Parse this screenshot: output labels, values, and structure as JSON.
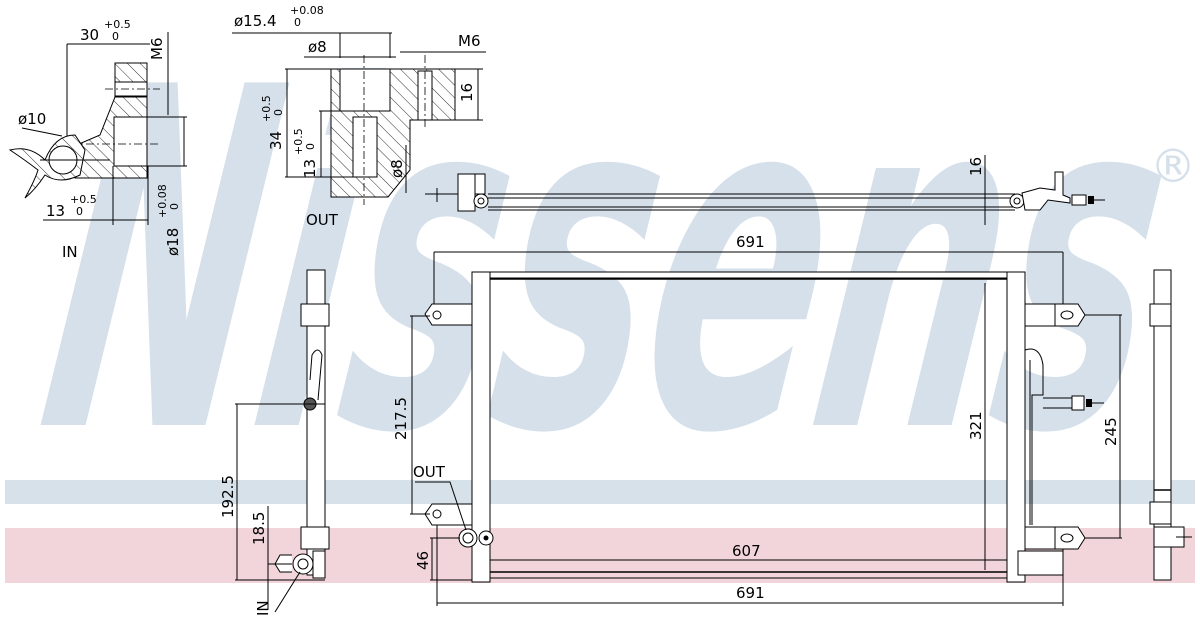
{
  "watermark": {
    "brand": "Nissens",
    "registered_mark": "®",
    "color": "#d5e0ea",
    "band_blue_color": "#d6e1ea",
    "band_red_color": "#f1d5da"
  },
  "detail_in": {
    "label": "IN",
    "dim_width": "30",
    "dim_width_tol_upper": "+0.5",
    "dim_width_tol_lower": "0",
    "thread": "M6",
    "dia_pipe": "ø10",
    "dim_depth": "13",
    "dim_depth_tol_upper": "+0.5",
    "dim_depth_tol_lower": "0",
    "dia_bore": "ø18",
    "dia_bore_tol_upper": "+0.08",
    "dia_bore_tol_lower": "0"
  },
  "detail_out": {
    "label": "OUT",
    "dia_bore": "ø15.4",
    "dia_bore_tol_upper": "+0.08",
    "dia_bore_tol_lower": "0",
    "dia_inner": "ø8",
    "thread": "M6",
    "dim_thread_len": "16",
    "dim_height": "34",
    "dim_height_tol_upper": "+0.5",
    "dim_height_tol_lower": "0",
    "dim_depth": "13",
    "dim_depth_tol_upper": "+0.5",
    "dim_depth_tol_lower": "0",
    "dia_pipe": "ø8"
  },
  "top_view": {
    "dim_thickness": "16"
  },
  "front_view": {
    "dim_overall_width_top": "691",
    "dim_overall_width_bottom": "691",
    "dim_core_width": "607",
    "dim_height": "321",
    "dim_mount_spacing_left": "217.5",
    "dim_mount_spacing_right": "245",
    "dim_outlet_height": "46",
    "outlet_label": "OUT"
  },
  "side_view_left": {
    "inlet_label": "IN",
    "dim_inlet_height": "192.5",
    "dim_inlet_offset": "18.5"
  }
}
